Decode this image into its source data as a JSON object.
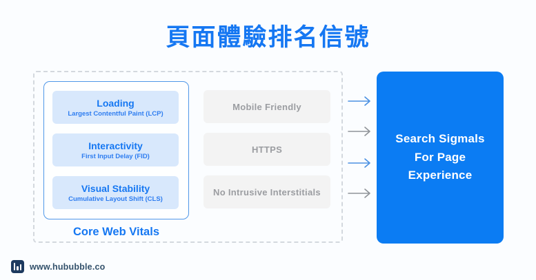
{
  "title": "頁面體驗排名信號",
  "core_web_vitals": {
    "label": "Core Web Vitals",
    "items": [
      {
        "title": "Loading",
        "subtitle": "Largest Contentful Paint (LCP)"
      },
      {
        "title": "Interactivity",
        "subtitle": "First Input Delay (FID)"
      },
      {
        "title": "Visual Stability",
        "subtitle": "Cumulative Layout Shift (CLS)"
      }
    ]
  },
  "other_signals": [
    {
      "label": "Mobile Friendly"
    },
    {
      "label": "HTTPS"
    },
    {
      "label": "No Intrusive Interstitials"
    }
  ],
  "result_box": {
    "label": "Search Sigmals For Page Experience",
    "lines": [
      "Search Sigmals",
      "For Page",
      "Experience"
    ]
  },
  "footer": {
    "website": "www.hububble.co"
  },
  "colors": {
    "accent-blue": "#1577f2",
    "result-box-blue": "#0b7cf3",
    "vital-card-bg": "#d8e8fc",
    "cwv-border": "#4f97e8",
    "arrow-blue": "#4a90e2",
    "arrow-gray": "#8f9398",
    "gray-card-bg": "#f3f3f3",
    "gray-text": "#9b9da1",
    "footer-navy": "#1d3a5f",
    "page-bg": "#fbfdff"
  }
}
